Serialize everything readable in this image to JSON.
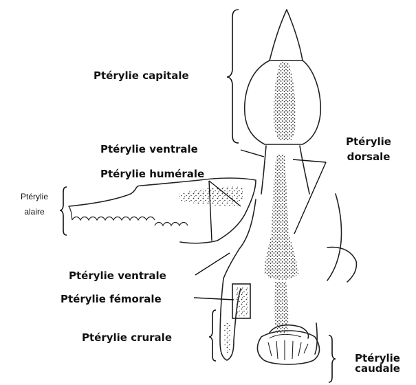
{
  "labels": {
    "capitale": "Ptérylie capitale",
    "ventrale_upper": "Ptérylie ventrale",
    "humerale": "Ptérylie humérale",
    "dorsale_line1": "Ptérylie",
    "dorsale_line2": "dorsale",
    "alaire_line1": "Ptérylie",
    "alaire_line2": "alaire",
    "ventrale_lower": "Ptérylie ventrale",
    "femorale": "Ptérylie fémorale",
    "crurale": "Ptérylie  crurale",
    "caudale_line1": "Ptérylie",
    "caudale_line2": "caudale"
  },
  "colors": {
    "ink": "#111111",
    "background": "#ffffff"
  }
}
